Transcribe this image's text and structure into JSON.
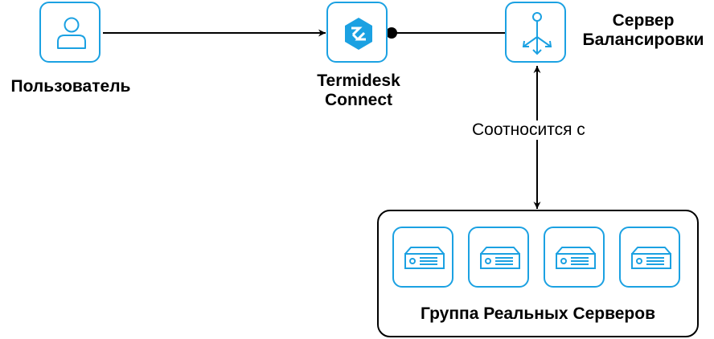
{
  "nodes": {
    "user": {
      "label": "Пользователь",
      "icon": "user-icon"
    },
    "connect": {
      "label": "Termidesk\nConnect",
      "icon": "termidesk-logo-icon"
    },
    "balancer": {
      "label": "Сервер\nБалансировки",
      "icon": "load-balancer-icon"
    },
    "group": {
      "label": "Группа Реальных Серверов",
      "icon": "server-icon"
    }
  },
  "edges": {
    "balancer_group": {
      "label": "Соотносится с"
    }
  },
  "colors": {
    "accent": "#1ba1e2",
    "line": "#000000"
  }
}
